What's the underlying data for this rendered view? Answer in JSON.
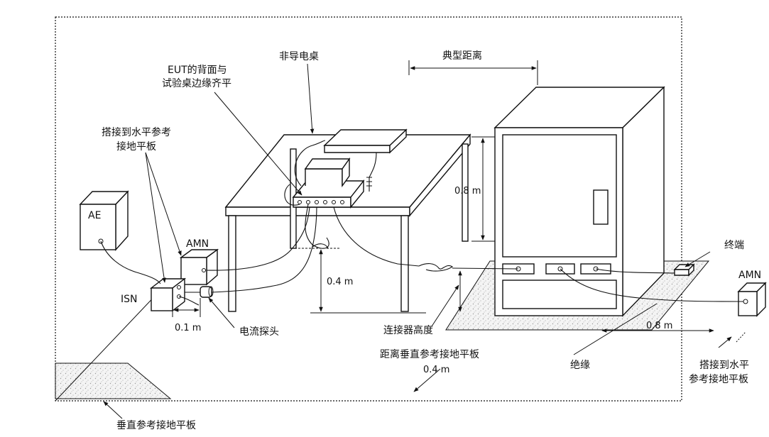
{
  "labels": {
    "non_conductive_table": "非导电桌",
    "eut_back_line1": "EUT的背面与",
    "eut_back_line2": "试验桌边缘齐平",
    "typical_distance": "典型距离",
    "bond_horizontal_line1": "搭接到水平参考",
    "bond_horizontal_line2": "接地平板",
    "ae": "AE",
    "amn_left": "AMN",
    "isn": "ISN",
    "dim_01m": "0.1 m",
    "current_probe": "电流探头",
    "dim_04m_height": "0.4 m",
    "dim_08m_height": "0.8 m",
    "connector_height": "连接器高度",
    "distance_vertical_line1": "距离垂直参考接地平板",
    "distance_vertical_line2": "0.4 m",
    "insulation": "绝缘",
    "termination": "终端",
    "amn_right": "AMN",
    "dim_08m_floor": "0.8 m",
    "bond_right_line1": "搭接到水平",
    "bond_right_line2": "参考接地平板",
    "vertical_plane": "垂直参考接地平板"
  },
  "colors": {
    "line": "#111111",
    "speckle": "#bdbdbd",
    "background": "#ffffff"
  }
}
